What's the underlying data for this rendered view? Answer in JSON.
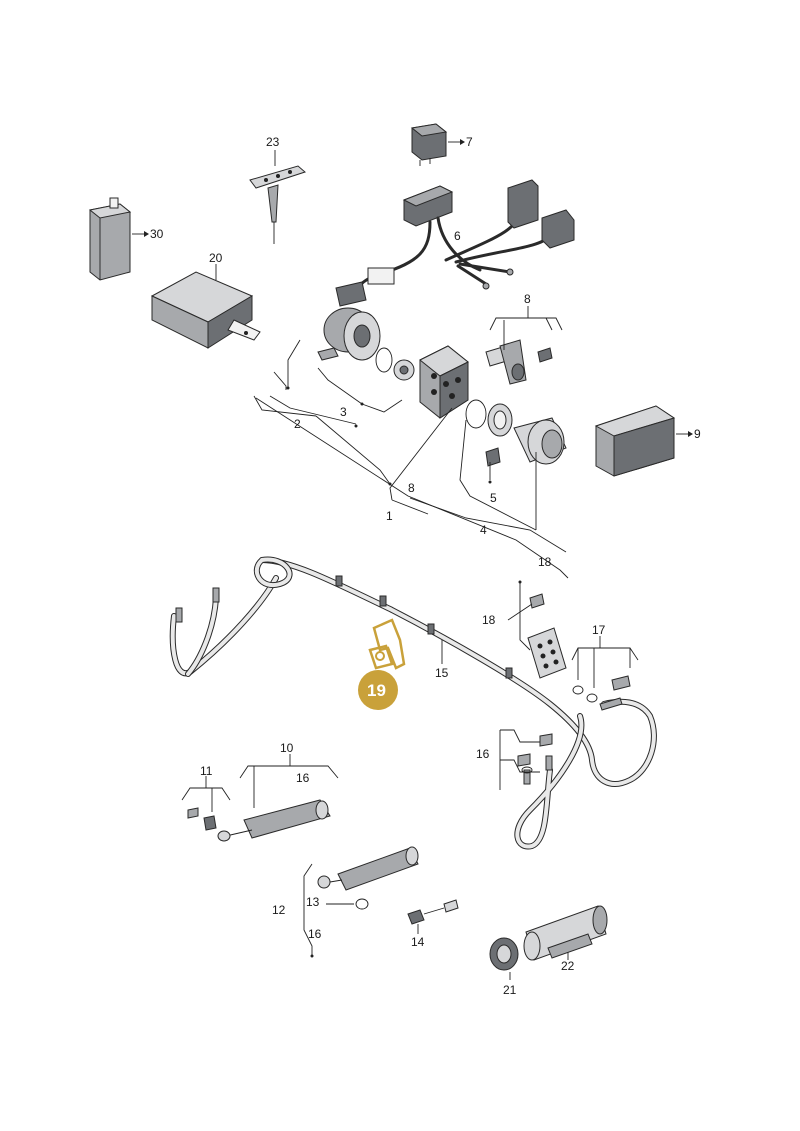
{
  "diagram": {
    "title": "",
    "highlight": {
      "label": "19",
      "color": "#c9a13a"
    },
    "labels": {
      "l23": "23",
      "l7": "7",
      "l30": "30",
      "l20": "20",
      "l6": "6",
      "l8a": "8",
      "l2": "2",
      "l3": "3",
      "l8b": "8",
      "l1": "1",
      "l5": "5",
      "l4": "4",
      "l9": "9",
      "l18a": "18",
      "l18b": "18",
      "l17": "17",
      "l15": "15",
      "l16a": "16",
      "l10": "10",
      "l11": "11",
      "l16b": "16",
      "l12": "12",
      "l13": "13",
      "l16c": "16",
      "l14": "14",
      "l21": "21",
      "l22": "22"
    },
    "colors": {
      "part_dark": "#6c6f73",
      "part_mid": "#a7a9ac",
      "part_light": "#d6d7d9",
      "line": "#222222"
    }
  }
}
